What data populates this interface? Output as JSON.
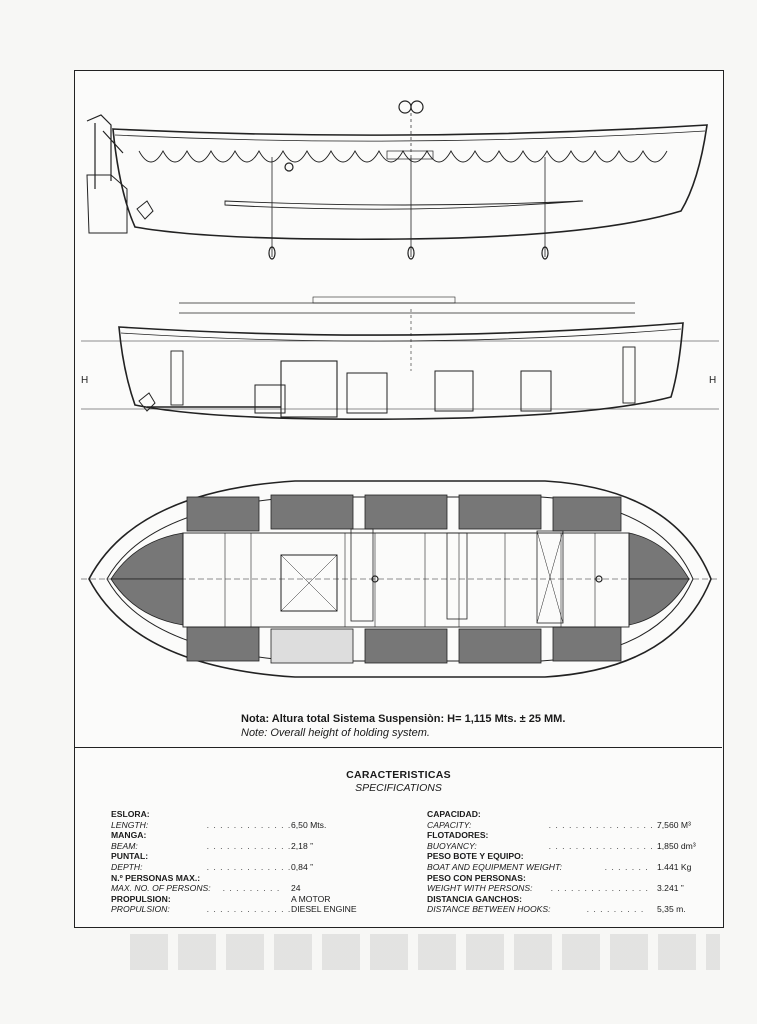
{
  "note": {
    "es": "Nota: Altura total Sistema Suspensiòn: H= 1,115 Mts. ± 25 MM.",
    "en": "Note: Overall height of holding system."
  },
  "specs": {
    "title_es": "CARACTERISTICAS",
    "title_en": "SPECIFICATIONS",
    "left": [
      {
        "es": "ESLORA:",
        "en": "LENGTH:",
        "value": "6,50 Mts."
      },
      {
        "es": "MANGA:",
        "en": "BEAM:",
        "value": "2,18 ”"
      },
      {
        "es": "PUNTAL:",
        "en": "DEPTH:",
        "value": "0,84 ”"
      },
      {
        "es": "N.º PERSONAS MAX.:",
        "en": "MAX. NO. OF PERSONS:",
        "value": "24"
      },
      {
        "es": "PROPULSION:",
        "en": "PROPULSION:",
        "value_es": "A MOTOR",
        "value": "DIESEL ENGINE"
      }
    ],
    "right": [
      {
        "es": "CAPACIDAD:",
        "en": "CAPACITY:",
        "value": "7,560 M³"
      },
      {
        "es": "FLOTADORES:",
        "en": "BUOYANCY:",
        "value": "1,850 dm³"
      },
      {
        "es": "PESO BOTE Y EQUIPO:",
        "en": "BOAT AND EQUIPMENT WEIGHT:",
        "value": "1.441 Kg"
      },
      {
        "es": "PESO CON PERSONAS:",
        "en": "WEIGHT WITH PERSONS:",
        "value": "3.241 ”"
      },
      {
        "es": "DISTANCIA GANCHOS:",
        "en": "DISTANCE BETWEEN HOOKS:",
        "value": "5,35 m."
      }
    ]
  },
  "drawing": {
    "h_mark": "H"
  }
}
